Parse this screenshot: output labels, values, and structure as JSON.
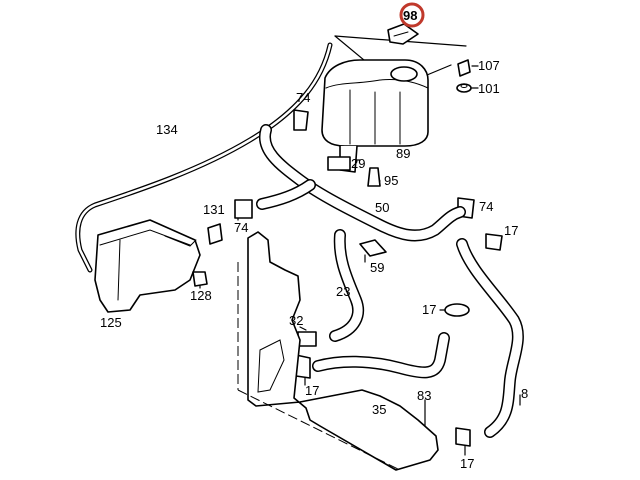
{
  "highlight": {
    "part": "98",
    "color": "#c0392b"
  },
  "labels": {
    "p98": "98",
    "p107": "107",
    "p101": "101",
    "p134": "134",
    "p74a": "74",
    "p89": "89",
    "p29": "29",
    "p95": "95",
    "p131": "131",
    "p74b": "74",
    "p50": "50",
    "p74c": "74",
    "p17a": "17",
    "p59": "59",
    "p128": "128",
    "p23": "23",
    "p125": "125",
    "p17b": "17",
    "p32": "32",
    "p17c": "17",
    "p8": "8",
    "p83": "83",
    "p35": "35",
    "p17d": "17"
  }
}
